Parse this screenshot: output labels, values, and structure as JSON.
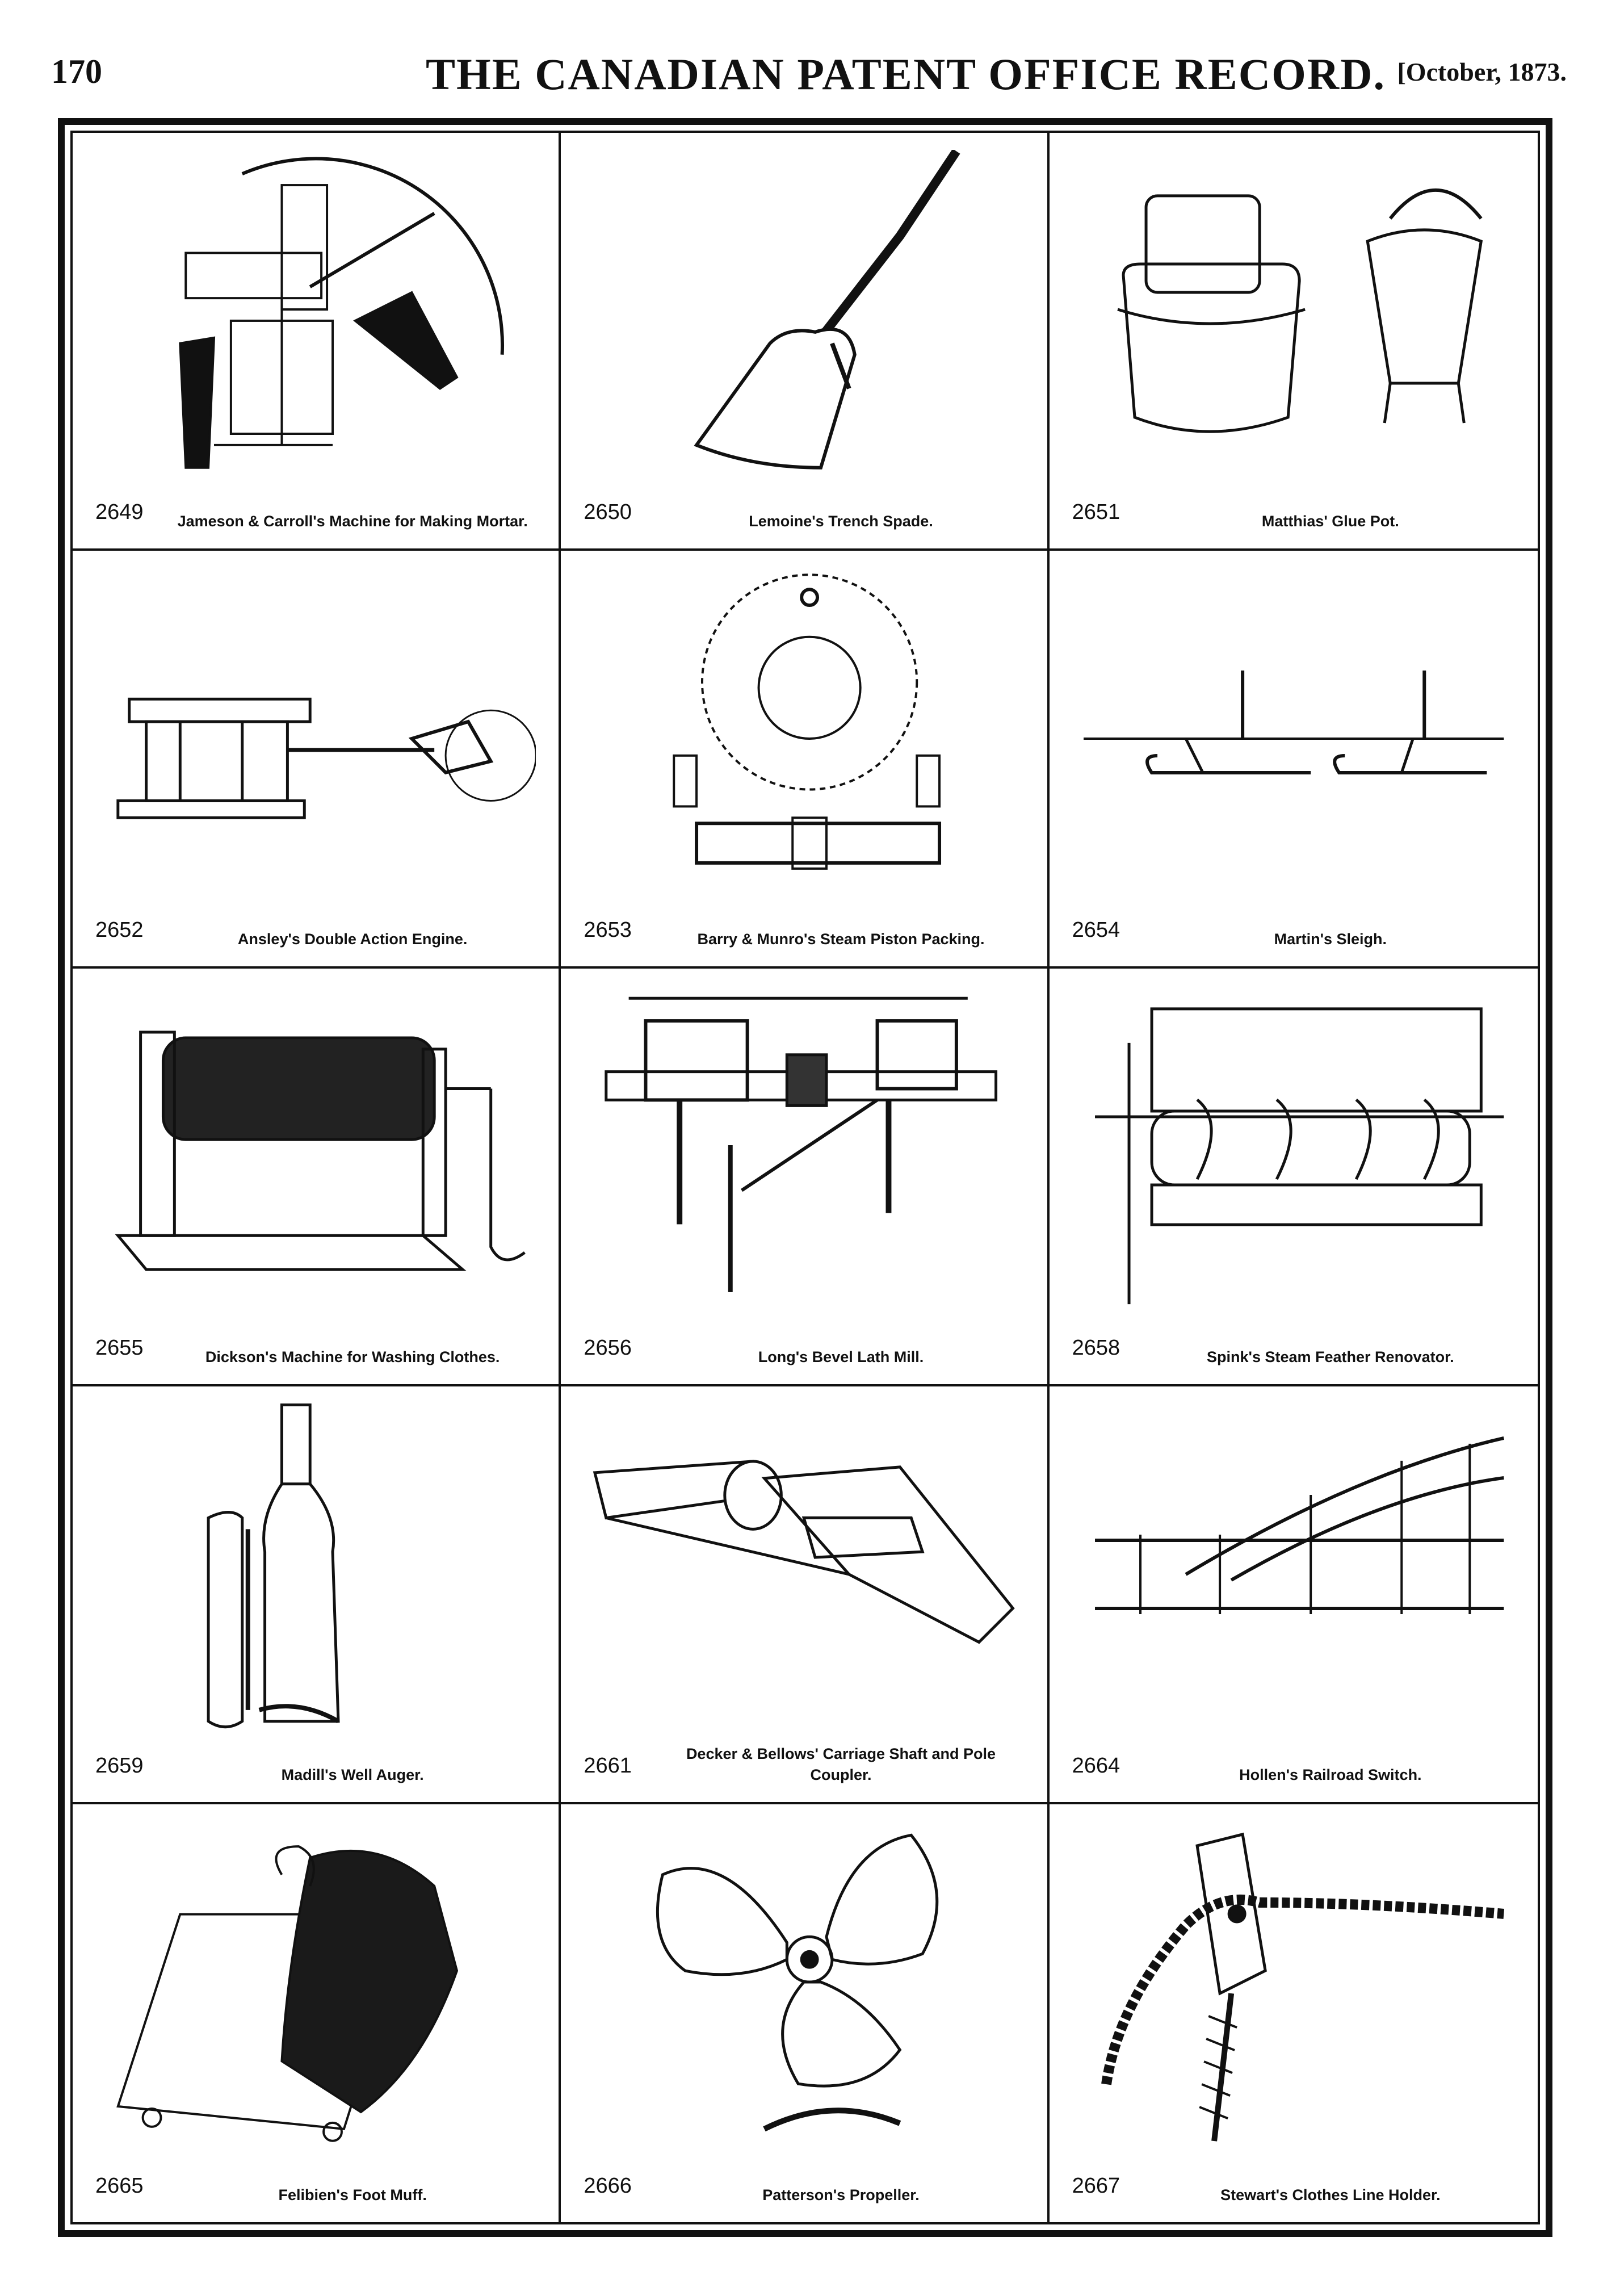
{
  "header": {
    "page_number": "170",
    "journal_title": "THE CANADIAN PATENT OFFICE RECORD.",
    "issue_date": "[October, 1873."
  },
  "patents": [
    {
      "number": "2649",
      "title": "Jameson & Carroll's Machine for Making Mortar.",
      "figure": "mortar-machine-icon"
    },
    {
      "number": "2650",
      "title": "Lemoine's Trench Spade.",
      "figure": "trench-spade-icon"
    },
    {
      "number": "2651",
      "title": "Matthias' Glue Pot.",
      "figure": "glue-pot-icon"
    },
    {
      "number": "2652",
      "title": "Ansley's Double Action Engine.",
      "figure": "engine-icon"
    },
    {
      "number": "2653",
      "title": "Barry & Munro's Steam Piston Packing.",
      "figure": "piston-packing-icon"
    },
    {
      "number": "2654",
      "title": "Martin's Sleigh.",
      "figure": "sleigh-icon"
    },
    {
      "number": "2655",
      "title": "Dickson's Machine for Washing Clothes.",
      "figure": "washing-machine-icon"
    },
    {
      "number": "2656",
      "title": "Long's Bevel Lath Mill.",
      "figure": "lath-mill-icon"
    },
    {
      "number": "2658",
      "title": "Spink's Steam Feather Renovator.",
      "figure": "feather-renovator-icon"
    },
    {
      "number": "2659",
      "title": "Madill's Well Auger.",
      "figure": "well-auger-icon"
    },
    {
      "number": "2661",
      "title": "Decker & Bellows' Carriage Shaft and Pole Coupler.",
      "figure": "shaft-coupler-icon"
    },
    {
      "number": "2664",
      "title": "Hollen's Railroad Switch.",
      "figure": "railroad-switch-icon"
    },
    {
      "number": "2665",
      "title": "Felibien's Foot Muff.",
      "figure": "foot-muff-icon"
    },
    {
      "number": "2666",
      "title": "Patterson's Propeller.",
      "figure": "propeller-icon"
    },
    {
      "number": "2667",
      "title": "Stewart's Clothes Line Holder.",
      "figure": "clothes-line-holder-icon"
    }
  ]
}
